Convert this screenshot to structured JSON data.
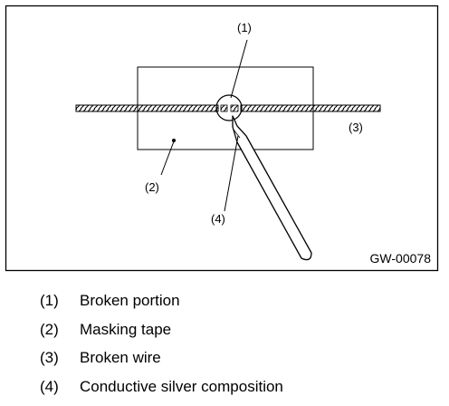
{
  "figure": {
    "id": "GW-00078",
    "callouts": {
      "broken_portion": "(1)",
      "masking_tape": "(2)",
      "broken_wire": "(3)",
      "silver_pen": "(4)"
    }
  },
  "legend": [
    {
      "num": "(1)",
      "text": "Broken portion"
    },
    {
      "num": "(2)",
      "text": "Masking tape"
    },
    {
      "num": "(3)",
      "text": "Broken wire"
    },
    {
      "num": "(4)",
      "text": "Conductive silver composition"
    }
  ]
}
